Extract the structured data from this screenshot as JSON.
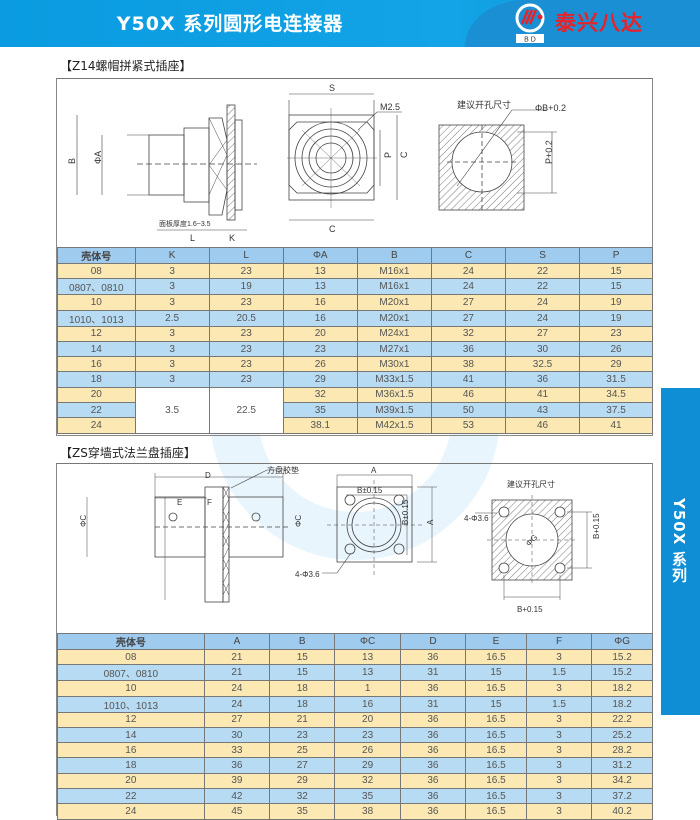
{
  "header": {
    "title": "Y50X 系列圆形电连接器",
    "brand": "泰兴八达",
    "logo_text": "B D"
  },
  "side_tab": "Y50X 系列",
  "section1": {
    "title": "【Z14螺帽拼紧式插座】",
    "labels": {
      "B": "B",
      "phiA": "ΦA",
      "L": "L",
      "K": "K",
      "panel": "面板厚度1.6~3.5",
      "S": "S",
      "M": "M2.5",
      "P": "P",
      "C": "C",
      "C2": "C",
      "cutout": "建议开孔尺寸",
      "phiB": "ΦB+0.2",
      "P02": "P+0.2"
    },
    "columns": [
      "壳体号",
      "K",
      "L",
      "ΦA",
      "B",
      "C",
      "S",
      "P"
    ],
    "rows": [
      [
        "08",
        "3",
        "23",
        "13",
        "M16x1",
        "24",
        "22",
        "15"
      ],
      [
        "0807、0810",
        "3",
        "19",
        "13",
        "M16x1",
        "24",
        "22",
        "15"
      ],
      [
        "10",
        "3",
        "23",
        "16",
        "M20x1",
        "27",
        "24",
        "19"
      ],
      [
        "1010、1013",
        "2.5",
        "20.5",
        "16",
        "M20x1",
        "27",
        "24",
        "19"
      ],
      [
        "12",
        "3",
        "23",
        "20",
        "M24x1",
        "32",
        "27",
        "23"
      ],
      [
        "14",
        "3",
        "23",
        "23",
        "M27x1",
        "36",
        "30",
        "26"
      ],
      [
        "16",
        "3",
        "23",
        "26",
        "M30x1",
        "38",
        "32.5",
        "29"
      ],
      [
        "18",
        "3",
        "23",
        "29",
        "M33x1.5",
        "41",
        "36",
        "31.5"
      ],
      [
        "20",
        "3.5",
        "22.5",
        "32",
        "M36x1.5",
        "46",
        "41",
        "34.5"
      ],
      [
        "22",
        "",
        "",
        "35",
        "M39x1.5",
        "50",
        "43",
        "37.5"
      ],
      [
        "24",
        "",
        "",
        "38.1",
        "M42x1.5",
        "53",
        "46",
        "41"
      ]
    ]
  },
  "section2": {
    "title": "【ZS穿墙式法兰盘插座】",
    "labels": {
      "D": "D",
      "E": "E",
      "F": "F",
      "gasket": "方盘胶垫",
      "phiC": "ΦC",
      "phiC2": "ΦC",
      "A": "A",
      "A2": "A",
      "Bpm": "B±0.15",
      "Bpm2": "B±0.15",
      "holes": "4-Φ3.6",
      "holes2": "4-Φ3.6",
      "cutout": "建议开孔尺寸",
      "phiG": "ΦG",
      "Bp": "B+0.15",
      "Bp2": "B+0.15"
    },
    "columns": [
      "壳体号",
      "A",
      "B",
      "ΦC",
      "D",
      "E",
      "F",
      "ΦG"
    ],
    "rows": [
      [
        "08",
        "21",
        "15",
        "13",
        "36",
        "16.5",
        "3",
        "15.2"
      ],
      [
        "0807、0810",
        "21",
        "15",
        "13",
        "31",
        "15",
        "1.5",
        "15.2"
      ],
      [
        "10",
        "24",
        "18",
        "1",
        "36",
        "16.5",
        "3",
        "18.2"
      ],
      [
        "1010、1013",
        "24",
        "18",
        "16",
        "31",
        "15",
        "1.5",
        "18.2"
      ],
      [
        "12",
        "27",
        "21",
        "20",
        "36",
        "16.5",
        "3",
        "22.2"
      ],
      [
        "14",
        "30",
        "23",
        "23",
        "36",
        "16.5",
        "3",
        "25.2"
      ],
      [
        "16",
        "33",
        "25",
        "26",
        "36",
        "16.5",
        "3",
        "28.2"
      ],
      [
        "18",
        "36",
        "27",
        "29",
        "36",
        "16.5",
        "3",
        "31.2"
      ],
      [
        "20",
        "39",
        "29",
        "32",
        "36",
        "16.5",
        "3",
        "34.2"
      ],
      [
        "22",
        "42",
        "32",
        "35",
        "36",
        "16.5",
        "3",
        "37.2"
      ],
      [
        "24",
        "45",
        "35",
        "38",
        "36",
        "16.5",
        "3",
        "40.2"
      ]
    ]
  }
}
